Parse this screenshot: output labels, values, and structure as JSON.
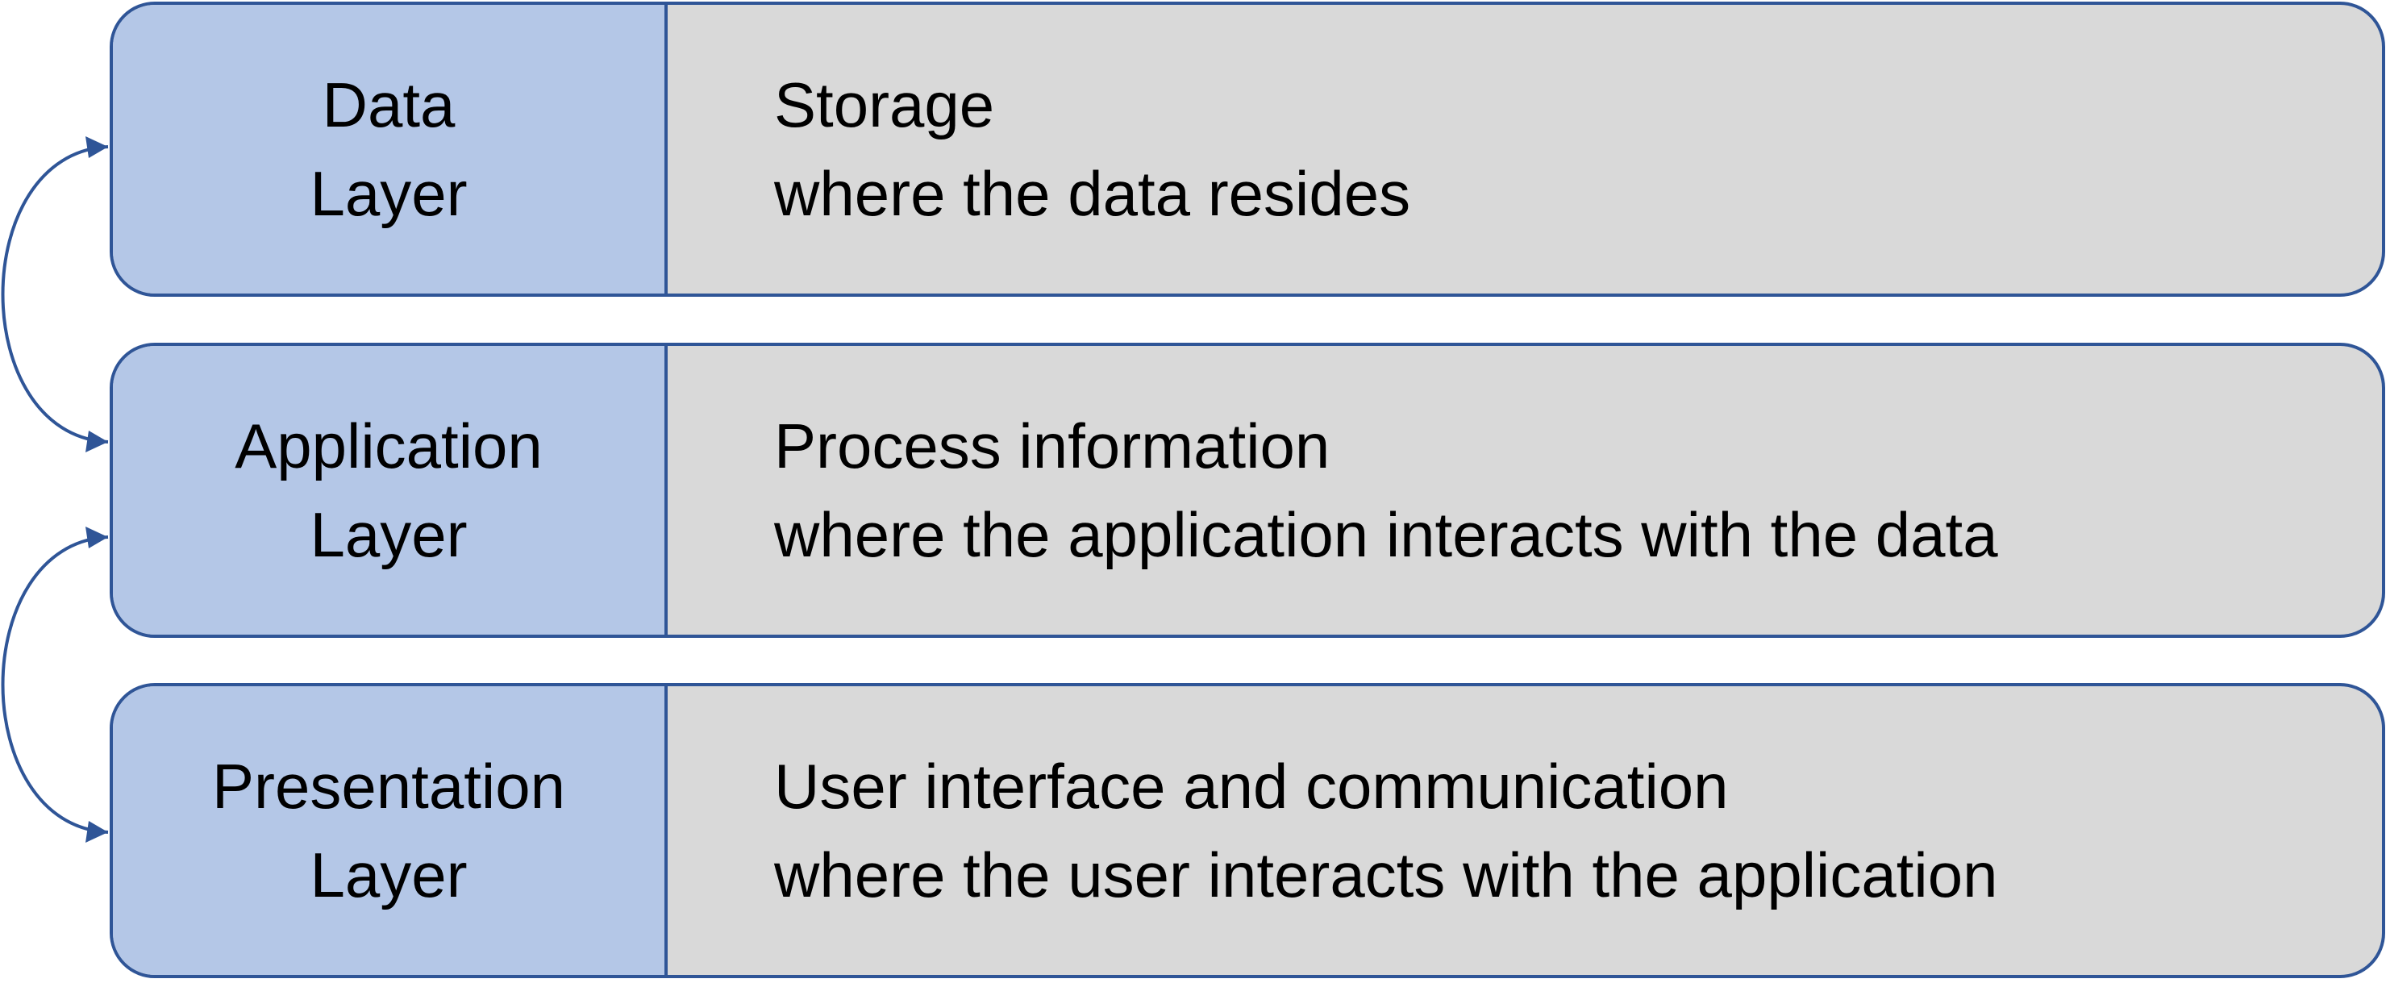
{
  "layers": [
    {
      "name": [
        "Data",
        "Layer"
      ],
      "title": "Storage",
      "description": "where the data resides"
    },
    {
      "name": [
        "Application",
        "Layer"
      ],
      "title": "Process information",
      "description": "where the application interacts with the data"
    },
    {
      "name": [
        "Presentation",
        "Layer"
      ],
      "title": "User interface and communication",
      "description": "where the user interacts with the application"
    }
  ],
  "colors": {
    "label_fill": "#b4c7e7",
    "body_fill": "#d9d9d9",
    "stroke": "#2f5597"
  }
}
